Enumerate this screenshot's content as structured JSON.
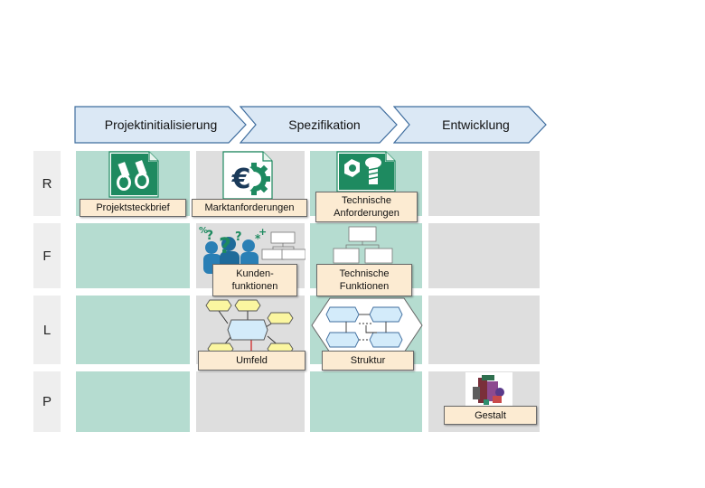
{
  "colors": {
    "phase_fill": "#dbe8f5",
    "phase_stroke": "#3f6d9e",
    "cell_teal": "#b5dcd0",
    "cell_grey": "#dedede",
    "label_fill": "#fcebd2",
    "icon_green": "#1e8a60",
    "shape_yellow": "#fbf6a0",
    "shape_blue": "#d3ebfa"
  },
  "phases": [
    {
      "label": "Projektinitialisierung"
    },
    {
      "label": "Spezifikation"
    },
    {
      "label": "Entwicklung"
    }
  ],
  "rows": [
    {
      "label": "R"
    },
    {
      "label": "F"
    },
    {
      "label": "L"
    },
    {
      "label": "P"
    }
  ],
  "boxes": {
    "projektsteckbrief": "Projektsteckbrief",
    "marktanforderungen": "Marktanforderungen",
    "technische_anforderungen": "Technische Anforderungen",
    "kundenfunktionen": "Kunden-funktionen",
    "technische_funktionen": "Technische Funktionen",
    "umfeld": "Umfeld",
    "struktur": "Struktur",
    "gestalt": "Gestalt"
  },
  "icons": {
    "projekt": "binoculars-document-icon",
    "markt": "euro-gear-document-icon",
    "technik": "screw-nut-document-icon",
    "kunden": "customers-question-icon",
    "funktionen": "function-tree-icon",
    "umfeld": "environment-flow-icon",
    "struktur": "structure-hexagon-icon",
    "gestalt": "product-shape-icon"
  }
}
